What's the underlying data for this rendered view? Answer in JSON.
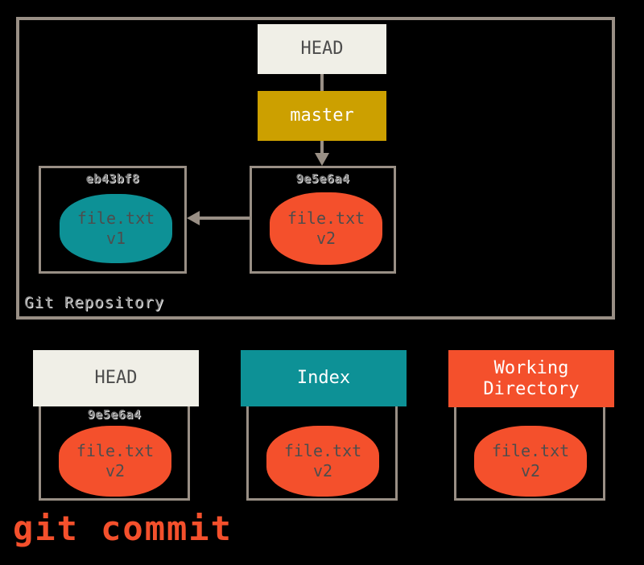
{
  "diagram": {
    "title": "git commit",
    "caption": "git commit",
    "repository": {
      "label": "Git Repository",
      "refs": {
        "head": "HEAD",
        "branch": "master"
      },
      "commits": [
        {
          "hash": "eb43bf8",
          "file": "file.txt",
          "version": "v1",
          "color": "#0d9196"
        },
        {
          "hash": "9e5e6a4",
          "file": "file.txt",
          "version": "v2",
          "color": "#f4502c"
        }
      ],
      "parent_arrow_direction": "left",
      "branch_arrow_direction": "down"
    },
    "areas": [
      {
        "name": "HEAD",
        "header_color": "#f0efe7",
        "header_text_color": "#4d4d4d",
        "hash": "9e5e6a4",
        "file": "file.txt",
        "version": "v2",
        "blob_color": "#f4502c"
      },
      {
        "name": "Index",
        "header_color": "#0d9196",
        "header_text_color": "#ffffff",
        "hash": "",
        "file": "file.txt",
        "version": "v2",
        "blob_color": "#f4502c"
      },
      {
        "name": "Working Directory",
        "name_line1": "Working",
        "name_line2": "Directory",
        "header_color": "#f4502c",
        "header_text_color": "#ffffff",
        "hash": "",
        "file": "file.txt",
        "version": "v2",
        "blob_color": "#f4502c"
      }
    ],
    "colors": {
      "background": "#000000",
      "frame": "#998f85",
      "teal": "#0d9196",
      "orange": "#f4502c",
      "gold": "#cca000",
      "cream": "#f0efe7",
      "label_gray": "#8d8d8d"
    }
  }
}
